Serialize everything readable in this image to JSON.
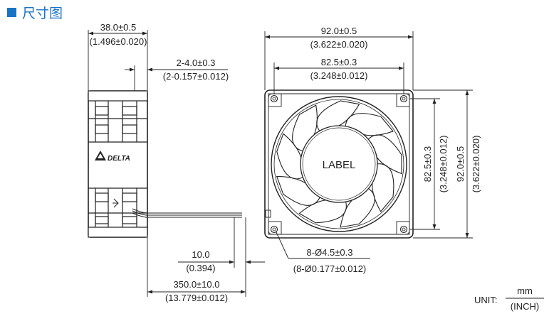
{
  "heading": {
    "title": "尺寸图",
    "accent": "#1a74c4"
  },
  "dimensions": {
    "depth": {
      "mm": "38.0±0.5",
      "inch": "(1.496±0.020)"
    },
    "mount": {
      "mm": "2-4.0±0.3",
      "inch": "(2-0.157±0.012)"
    },
    "frame_w": {
      "mm": "92.0±0.5",
      "inch": "(3.622±0.020)"
    },
    "hole_w": {
      "mm": "82.5±0.3",
      "inch": "(3.248±0.012)"
    },
    "hole_h": {
      "mm": "82.5±0.3",
      "inch": "(3.248±0.012)"
    },
    "frame_h": {
      "mm": "92.0±0.5",
      "inch": "(3.622±0.020)"
    },
    "strip": {
      "mm": "10.0",
      "inch": "(0.394)"
    },
    "lead": {
      "mm": "350.0±10.0",
      "inch": "(13.779±0.012)"
    },
    "holes": {
      "mm": "8-Ø4.5±0.3",
      "inch": "(8-Ø0.177±0.012)"
    }
  },
  "hub_label": "LABEL",
  "brand": "DELTA",
  "units": {
    "label": "UNIT:",
    "top": "mm",
    "bottom": "(INCH)"
  }
}
